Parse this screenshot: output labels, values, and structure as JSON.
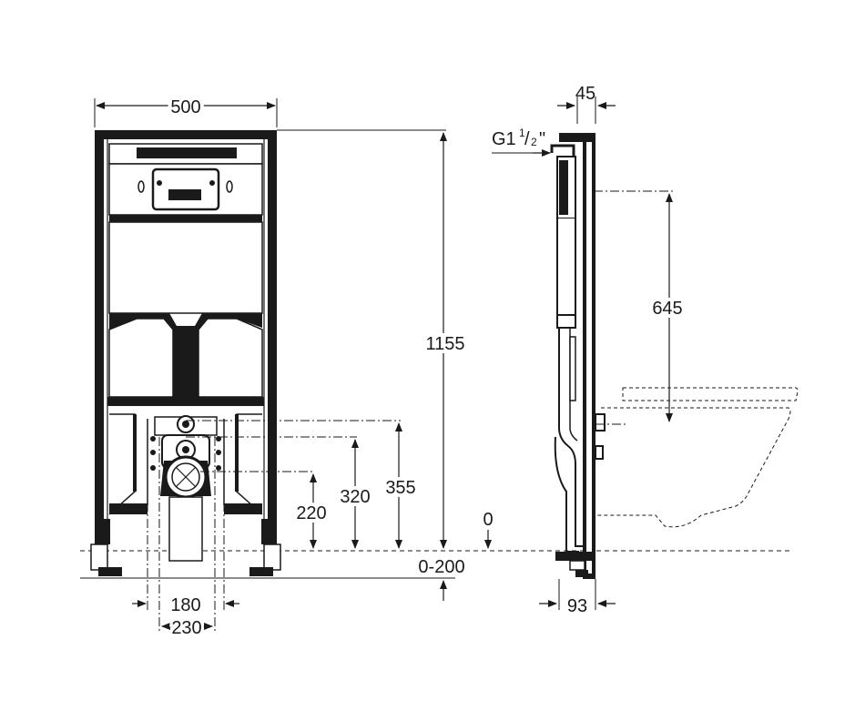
{
  "drawing": {
    "front_view": {
      "width": "500",
      "height": "1155",
      "level_355": "355",
      "level_320": "320",
      "level_220": "220",
      "floor_adjust": "0-200",
      "zero": "0",
      "spacing_180": "180",
      "spacing_230": "230"
    },
    "side_view": {
      "depth_top": "45",
      "inlet_main": "G1",
      "inlet_sup": "1",
      "inlet_slash": "/",
      "inlet_sub": "2",
      "inlet_quote": "\"",
      "height_645": "645",
      "depth_bottom": "93"
    }
  },
  "colors": {
    "line": "#1a1a1a",
    "fill_dark": "#1a1a1a",
    "background": "#ffffff"
  }
}
